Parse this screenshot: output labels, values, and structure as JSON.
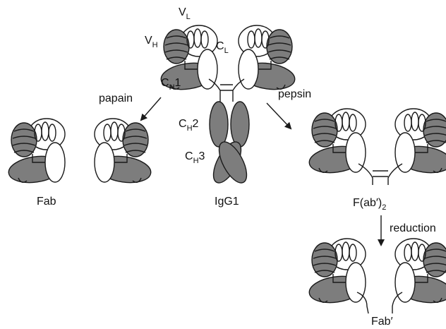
{
  "labels": {
    "vl": {
      "main": "V",
      "sub": "L"
    },
    "vh": {
      "main": "V",
      "sub": "H"
    },
    "cl": {
      "main": "C",
      "sub": "L"
    },
    "ch1": {
      "main": "C",
      "sub": "H",
      "suffix": "1"
    },
    "ch2": {
      "main": "C",
      "sub": "H",
      "suffix": "2"
    },
    "ch3": {
      "main": "C",
      "sub": "H",
      "suffix": "3"
    },
    "papain": "papain",
    "pepsin": "pepsin",
    "reduction": "reduction",
    "fab": "Fab",
    "igg1": "IgG1",
    "fab2": {
      "main": "F(ab′)",
      "sub": "2"
    },
    "fab_prime": "Fab′"
  },
  "colors": {
    "domain_dark": "#7d7d7d",
    "domain_light": "#ffffff",
    "outline": "#1a1a1a"
  }
}
